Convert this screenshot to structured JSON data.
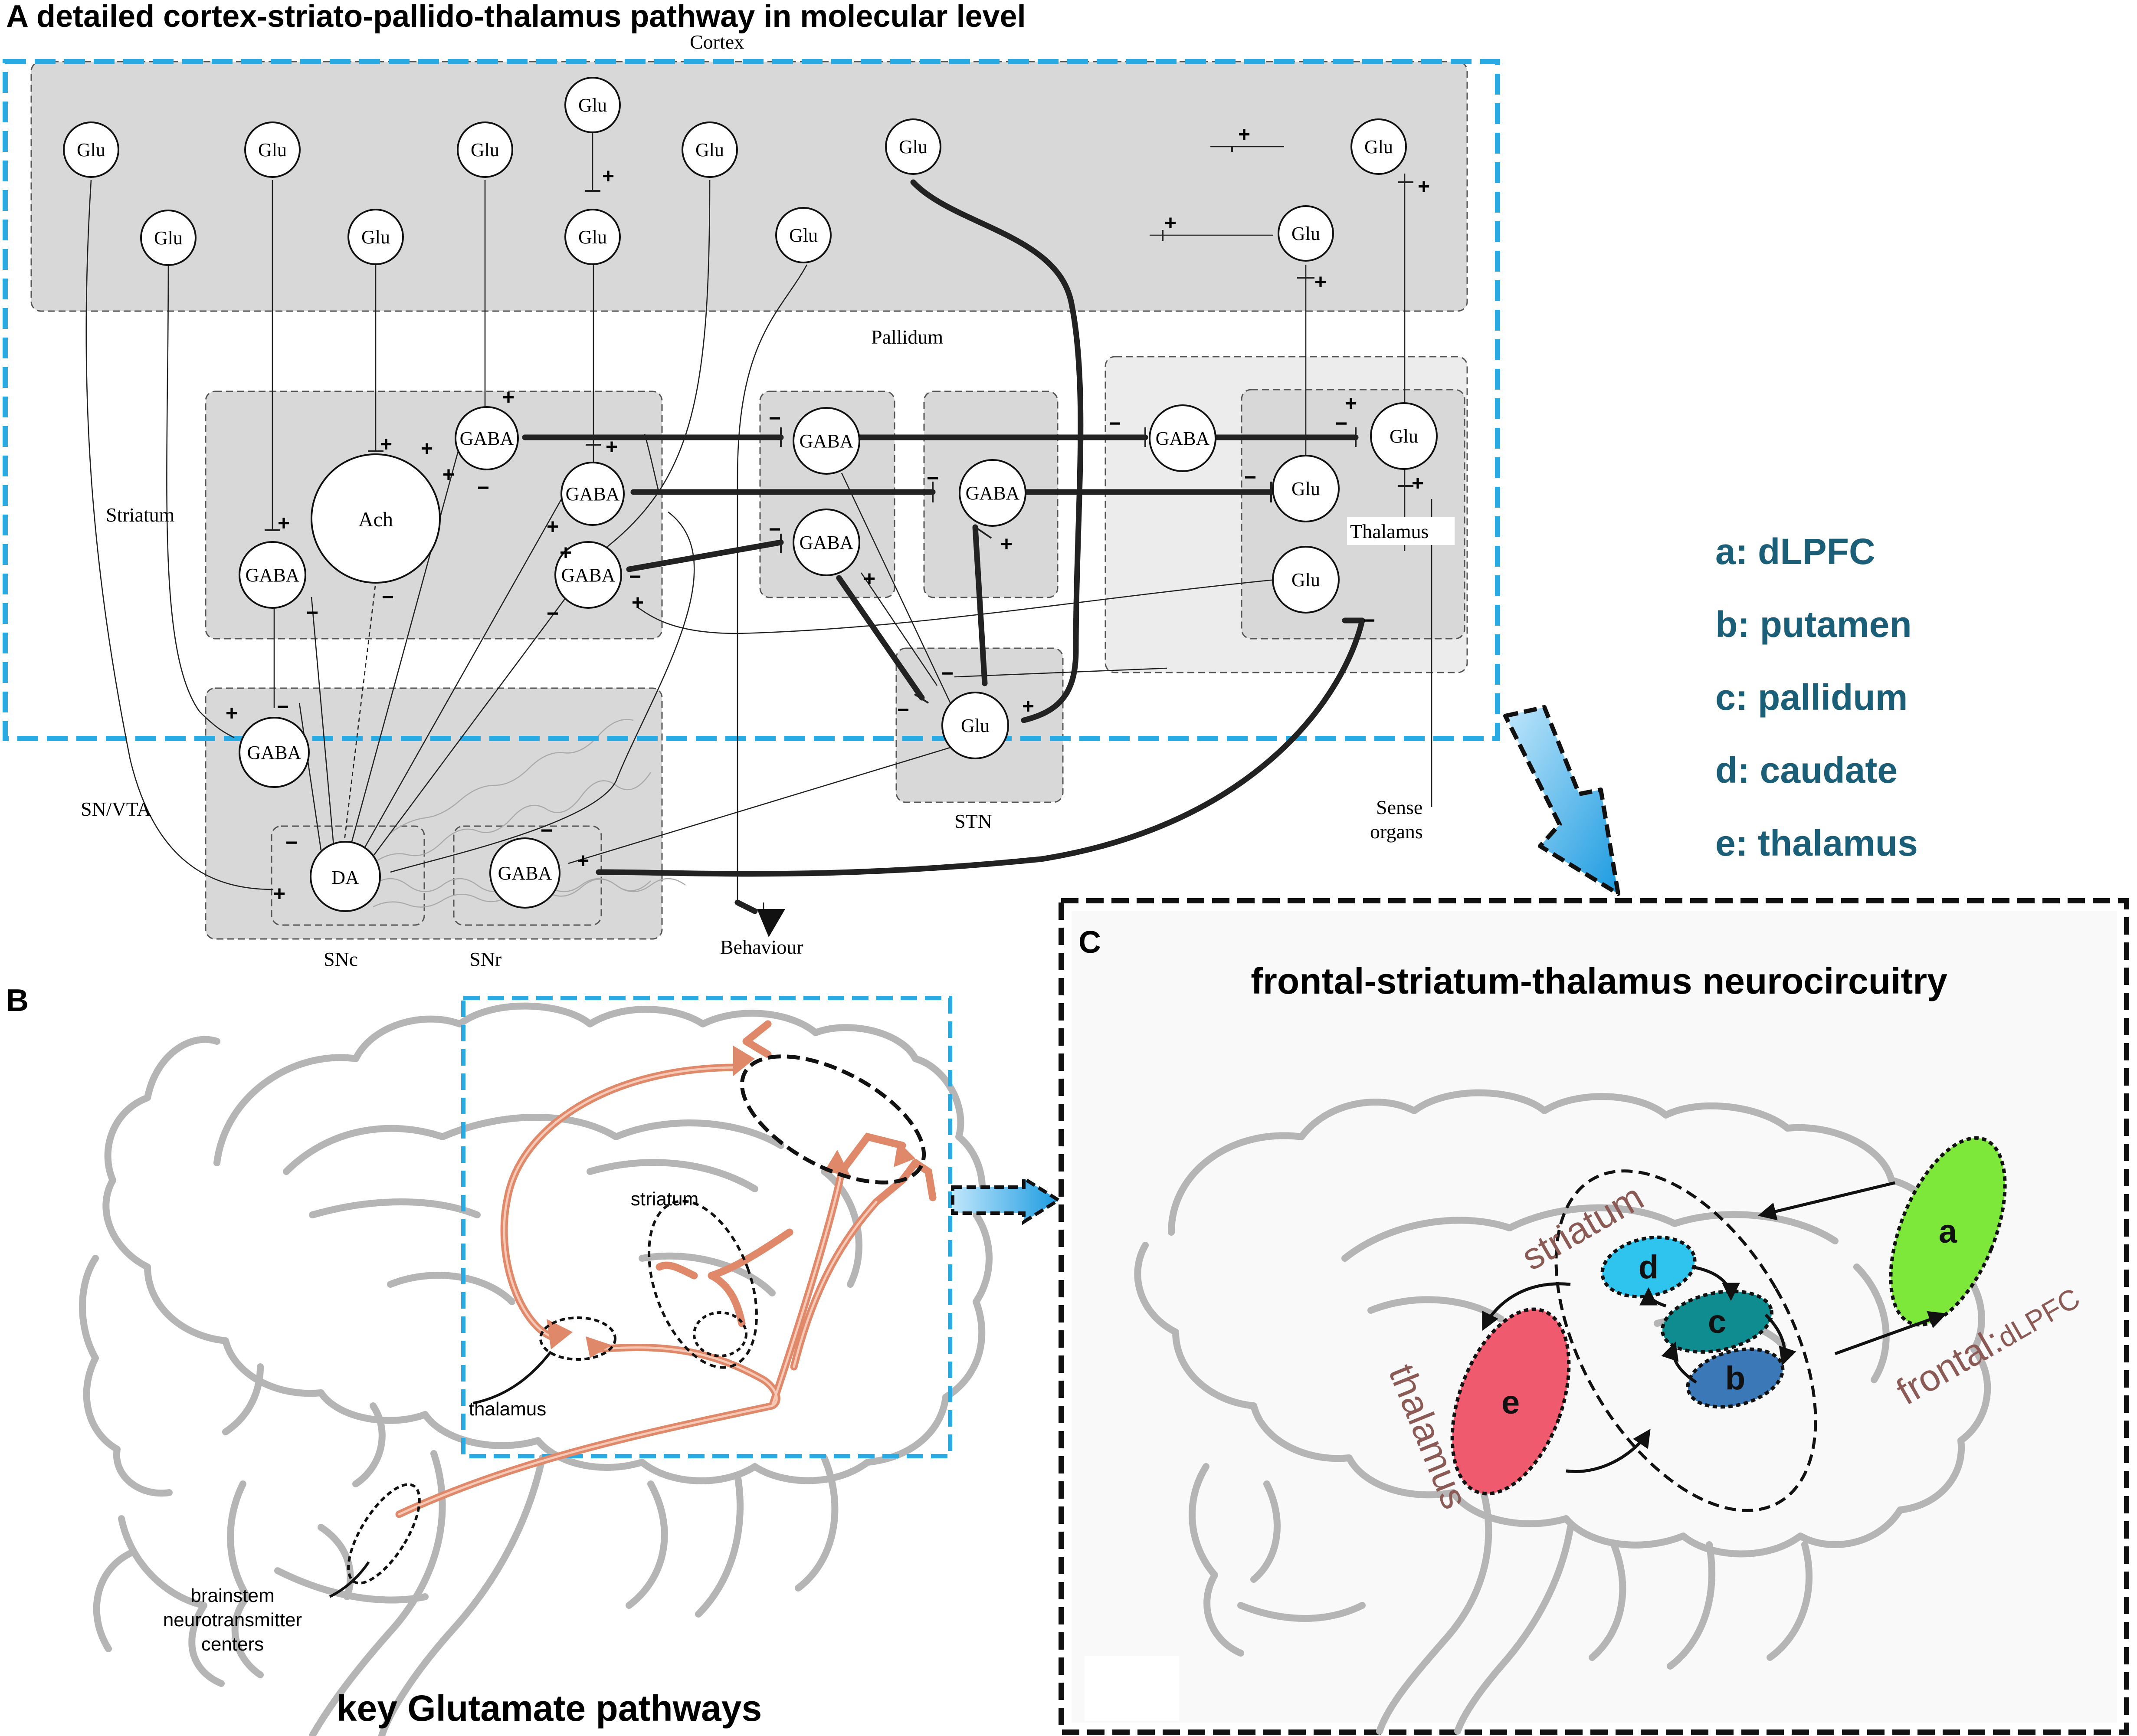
{
  "panel_a": {
    "letter": "A",
    "title": "detailed cortex-striato-pallido-thalamus pathway in molecular level",
    "regions": {
      "cortex": "Cortex",
      "pallidum": "Pallidum",
      "striatum": "Striatum",
      "thalamus": "Thalamus",
      "stn": "STN",
      "sn_vta": "SN/VTA",
      "snc": "SNc",
      "snr": "SNr",
      "sense_organs_1": "Sense",
      "sense_organs_2": "organs",
      "behaviour": "Behaviour"
    },
    "neurons": {
      "glu": "Glu",
      "gaba": "GABA",
      "ach": "Ach",
      "da": "DA"
    },
    "signs": {
      "plus": "+",
      "minus": "−"
    }
  },
  "legend": [
    {
      "key": "a",
      "text": "a: dLPFC"
    },
    {
      "key": "b",
      "text": "b: putamen"
    },
    {
      "key": "c",
      "text": "c: pallidum"
    },
    {
      "key": "d",
      "text": "d: caudate"
    },
    {
      "key": "e",
      "text": "e: thalamus"
    }
  ],
  "panel_b": {
    "letter": "B",
    "title": "key Glutamate pathways",
    "labels": {
      "striatum": "striatum",
      "thalamus": "thalamus",
      "brainstem_1": "brainstem",
      "brainstem_2": "neurotransmitter",
      "brainstem_3": "centers"
    }
  },
  "panel_c": {
    "letter": "C",
    "title": "frontal-striatum-thalamus neurocircuitry",
    "labels": {
      "striatum": "striatum",
      "thalamus": "thalamus",
      "frontal": "frontal:",
      "frontal_dlpfc": "dLPFC"
    },
    "nodes": {
      "a": "a",
      "b": "b",
      "c": "c",
      "d": "d",
      "e": "e"
    }
  },
  "colors": {
    "legend_text": "#1b5e78",
    "node_a": "#7ee83a",
    "node_b": "#3a78b8",
    "node_c": "#0e8c90",
    "node_d": "#2ec4ee",
    "node_e": "#f05a6e",
    "pathway": "#e0896a",
    "highlight_box": "#2aaae2",
    "label_brown": "#8b5a55"
  }
}
